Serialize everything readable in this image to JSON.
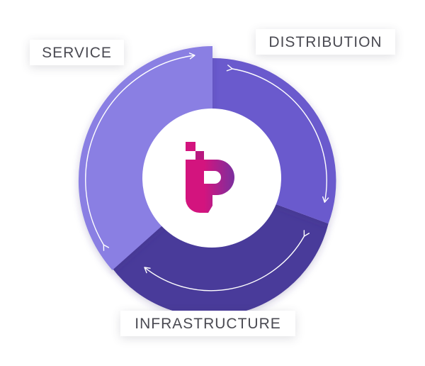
{
  "labels": {
    "service": "SERVICE",
    "distribution": "DISTRIBUTION",
    "infrastructure": "INFRASTRUCTURE"
  },
  "colors": {
    "service_segment": "#8a7fe3",
    "distribution_segment": "#6a5acd",
    "infrastructure_segment": "#4a3b9a",
    "arrow": "#ffffff",
    "logo_primary": "#d3147e",
    "logo_secondary": "#7b2f9e",
    "center_circle": "#ffffff"
  },
  "logo": {
    "icon": "ip-logo-icon"
  }
}
